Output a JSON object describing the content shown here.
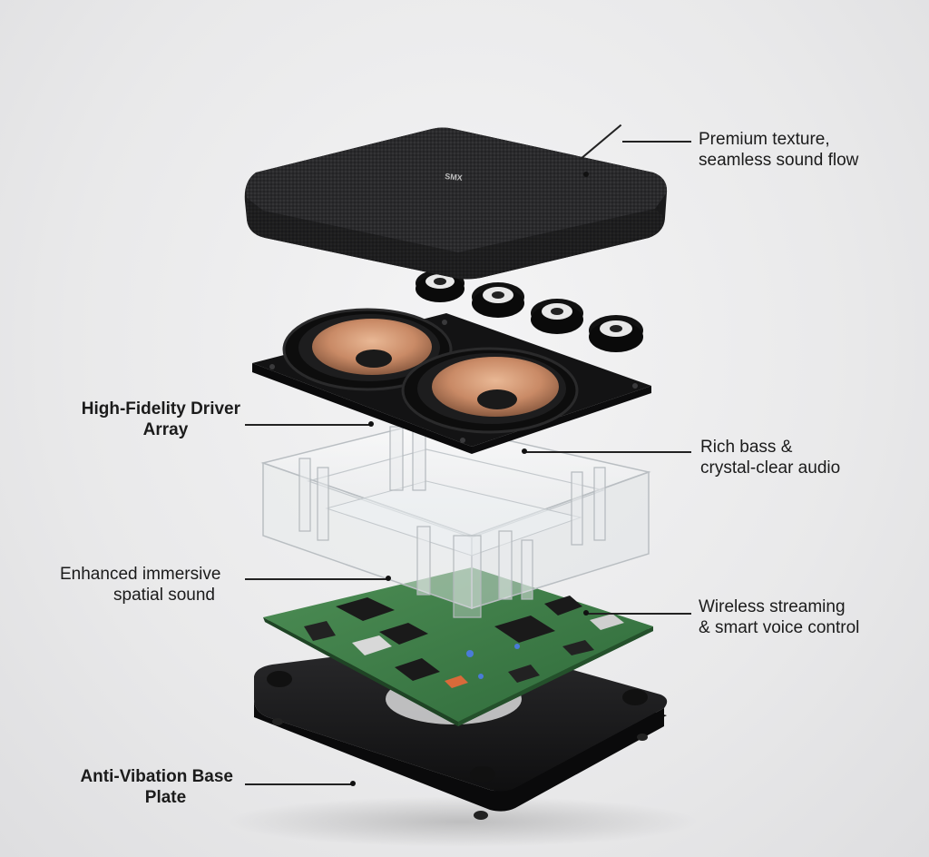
{
  "diagram": {
    "components": [
      {
        "id": "fabric-cover",
        "name": "fabric-cover"
      },
      {
        "id": "tweeters",
        "name": "tweeter-array"
      },
      {
        "id": "driver-plate",
        "name": "driver-plate"
      },
      {
        "id": "clear-enclosure",
        "name": "clear-enclosure"
      },
      {
        "id": "circuit-board",
        "name": "circuit-board"
      },
      {
        "id": "base-plate",
        "name": "base-plate"
      }
    ],
    "logo_text": "SMX"
  },
  "labels": {
    "top_cover": {
      "line1": "Premium texture,",
      "line2": "seamless sound flow"
    },
    "driver_array": {
      "line1": "High-Fidelity Driver",
      "line2": "Array"
    },
    "bass": {
      "line1": "Rich bass &",
      "line2": "crystal-clear audio"
    },
    "spatial": {
      "line1": "Enhanced immersive",
      "line2": "spatial sound"
    },
    "wireless": {
      "line1": "Wireless streaming",
      "line2": "& smart voice control"
    },
    "base": {
      "line1": "Anti-Vibation Base",
      "line2": "Plate"
    }
  },
  "colors": {
    "fabric": "#2b2b2d",
    "driver_cone": "#c98a66",
    "pcb": "#3c7a45",
    "plate": "#1c1c1e"
  }
}
